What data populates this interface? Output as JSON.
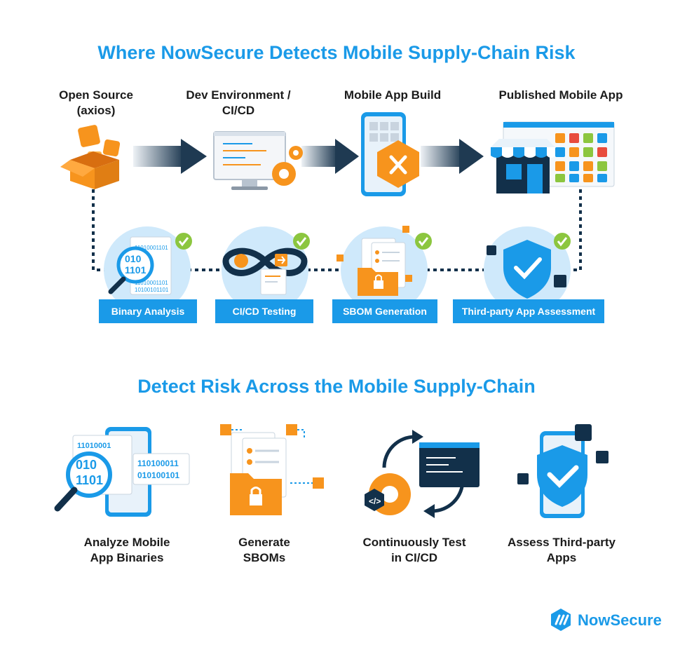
{
  "header": {
    "title": "Where NowSecure Detects Mobile Supply-Chain Risk"
  },
  "stages": [
    {
      "label": "Open Source\n(axios)"
    },
    {
      "label": "Dev Environment /\nCI/CD"
    },
    {
      "label": "Mobile App Build"
    },
    {
      "label": "Published Mobile App"
    }
  ],
  "detections": [
    {
      "label": "Binary Analysis"
    },
    {
      "label": "CI/CD Testing"
    },
    {
      "label": "SBOM Generation"
    },
    {
      "label": "Third-party App Assessment"
    }
  ],
  "binary_art": [
    "11010001101",
    "010",
    "1101",
    "11010001101",
    "10100101101"
  ],
  "section2": {
    "title": "Detect Risk Across the Mobile Supply-Chain"
  },
  "capabilities": [
    {
      "label": "Analyze Mobile\nApp Binaries"
    },
    {
      "label": "Generate\nSBOMs"
    },
    {
      "label": "Continuously Test\nin CI/CD"
    },
    {
      "label": "Assess Third-party\nApps"
    }
  ],
  "binary_art_2": [
    "11010001",
    "010",
    "1101",
    "110100011",
    "010100101"
  ],
  "brand": {
    "name": "NowSecure"
  },
  "colors": {
    "blue": "#1a9ae8",
    "orange": "#f7941d",
    "navy": "#12304a",
    "light_blue": "#cfe9fb"
  }
}
